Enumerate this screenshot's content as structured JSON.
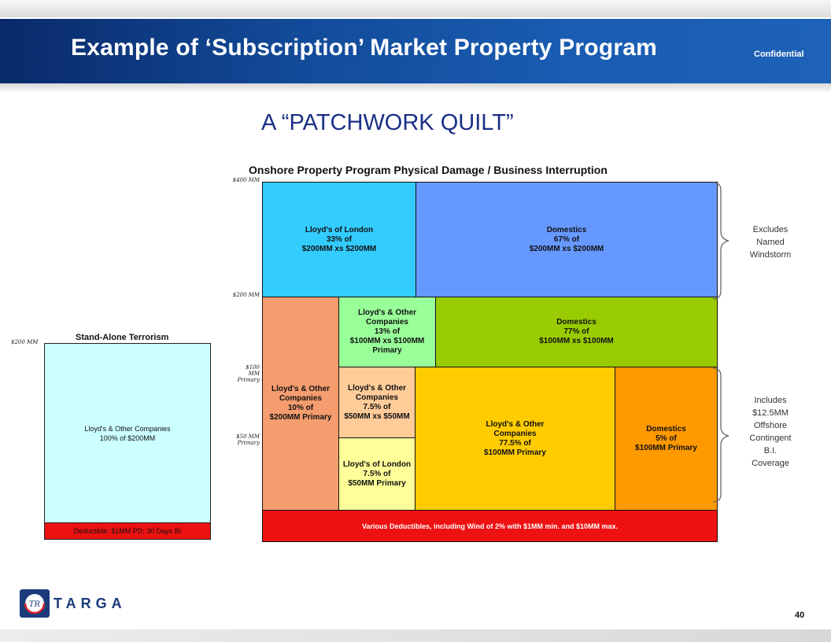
{
  "header": {
    "title": "Example of ‘Subscription’ Market Property Program",
    "confidential": "Confidential"
  },
  "subtitle": "A “PATCHWORK QUILT”",
  "program": {
    "heading": "Onshore Property Program Physical Damage / Business Interruption",
    "axis_labels": [
      "$400 MM",
      "$200 MM",
      "$100 MM Primary",
      "$50 MM Primary"
    ],
    "blocks": [
      {
        "id": "lloyds-london-top",
        "label": "Lloyd's of London\n33% of\n$200MM xs $200MM",
        "color": "#33ccff"
      },
      {
        "id": "domestics-top",
        "label": "Domestics\n67% of\n$200MM xs $200MM",
        "color": "#6699ff"
      },
      {
        "id": "lloyds-other-10",
        "label": "Lloyd's & Other\nCompanies\n10% of\n$200MM Primary",
        "color": "#f59d6f"
      },
      {
        "id": "lloyds-other-13",
        "label": "Lloyd's & Other\nCompanies\n13% of\n$100MM xs $100MM\nPrimary",
        "color": "#99ff99"
      },
      {
        "id": "domestics-77",
        "label": "Domestics\n77% of\n$100MM xs $100MM",
        "color": "#99cc00"
      },
      {
        "id": "lloyds-other-7-5",
        "label": "Lloyd's & Other\nCompanies\n7.5% of\n$50MM xs $50MM",
        "color": "#ffcc99"
      },
      {
        "id": "lloyds-other-77-5",
        "label": "Lloyd's & Other\nCompanies\n77.5% of\n$100MM Primary",
        "color": "#ffcc00"
      },
      {
        "id": "domestics-5",
        "label": "Domestics\n5% of\n$100MM Primary",
        "color": "#ff9900"
      },
      {
        "id": "lloyds-london-7-5",
        "label": "Lloyd's of London\n7.5% of\n$50MM Primary",
        "color": "#ffff99"
      }
    ],
    "deductibles": "Various Deductibles, including Wind of 2% with $1MM min. and $10MM max."
  },
  "side_notes": {
    "excludes": "Excludes\nNamed\nWindstorm",
    "includes": "Includes\n$12.5MM\nOffshore\nContingent\nB.I.\nCoverage"
  },
  "terrorism": {
    "title": "Stand-Alone Terrorism",
    "axis_label": "$200 MM",
    "body": "Lloyd's & Other Companies\n100% of $200MM",
    "deductible": "Deductible: $1MM PD; 30 Days BI"
  },
  "footer": {
    "logo_text": "TARGA",
    "page_number": "40"
  },
  "colors": {
    "title_bar": "#124a98",
    "subtitle": "#1b2f86",
    "deductible_red": "#ee1111",
    "terrorism_fill": "#ccffff"
  }
}
